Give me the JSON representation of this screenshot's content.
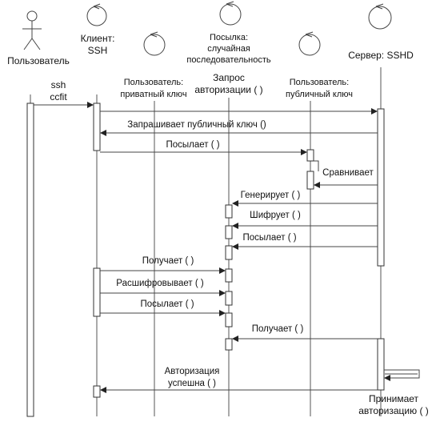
{
  "participants": [
    {
      "id": "user",
      "label_lines": [
        "Пользователь"
      ],
      "icon": "stick-figure-icon"
    },
    {
      "id": "client",
      "label_lines": [
        "Клиент:",
        "SSH"
      ],
      "icon": "object-circle-icon"
    },
    {
      "id": "privkey",
      "label_lines": [],
      "icon": "object-circle-icon"
    },
    {
      "id": "package",
      "label_lines": [
        "Посылка:",
        "случайная",
        "последовательность"
      ],
      "icon": "object-circle-icon"
    },
    {
      "id": "pubkey",
      "label_lines": [],
      "icon": "object-circle-icon"
    },
    {
      "id": "server",
      "label_lines": [
        "Сервер: SSHD"
      ],
      "icon": "object-circle-icon"
    }
  ],
  "lifeline_labels": {
    "user_cmd": [
      "ssh",
      "ccfit"
    ],
    "privkey": [
      "Пользователь:",
      "приватный ключ"
    ],
    "request": [
      "Запрос",
      "авторизации ( )"
    ],
    "pubkey": [
      "Пользователь:",
      "публичный ключ"
    ]
  },
  "messages": {
    "request_pubkey": "Запрашивает публичный ключ ()",
    "send1": "Посылает ( )",
    "compare": "Сравнивает",
    "generate": "Генерирует ( )",
    "encrypt": "Шифрует ( )",
    "send2": "Посылает ( )",
    "receive1": "Получает ( )",
    "decrypt": "Расшифровывает ( )",
    "send3": "Посылает ( )",
    "receive2": "Получает ( )",
    "auth_ok": [
      "Авторизация",
      "успешна ( )"
    ],
    "accept": [
      "Принимает",
      "авторизацию ( )"
    ]
  }
}
